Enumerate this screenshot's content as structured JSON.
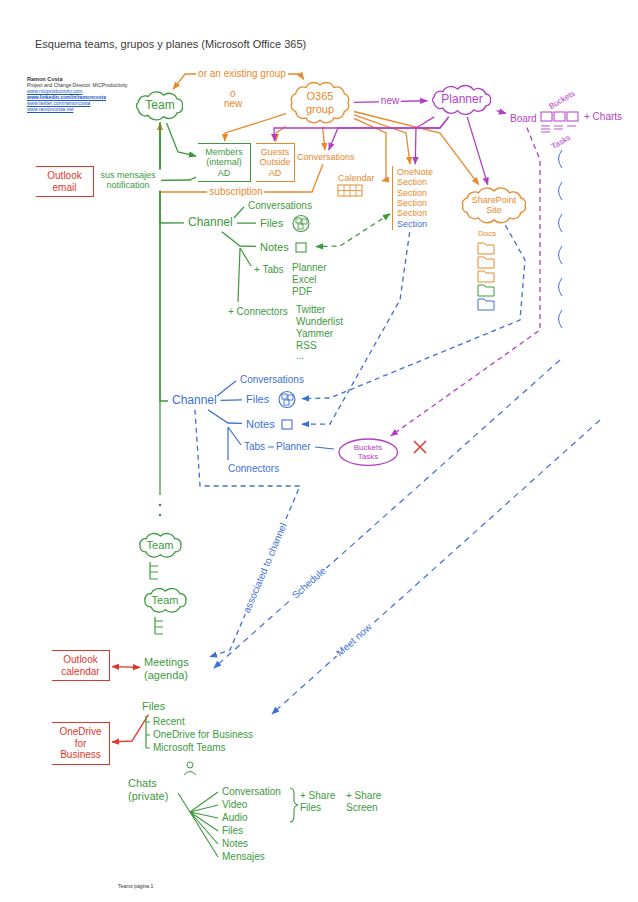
{
  "diagram": {
    "title": "Esquema teams, grupos y planes (Microsoft Office 365)",
    "caption": "Teams página 1",
    "nodes": [
      {
        "text": [
          "Team"
        ]
      },
      {
        "text": [
          "O365 group"
        ]
      },
      {
        "text": [
          "Planner"
        ]
      },
      {
        "text": [
          "Board"
        ]
      },
      {
        "text": [
          "Members (internal) AD"
        ]
      },
      {
        "text": [
          "Guests Outside AD"
        ]
      },
      {
        "text": [
          "Conversations"
        ]
      },
      {
        "text": [
          "Outlook email"
        ]
      },
      {
        "text": [
          "Calendar"
        ]
      },
      {
        "text": [
          "OneNote",
          "Section",
          "Section",
          "Section",
          "Section",
          "Section"
        ]
      },
      {
        "text": [
          "SharePoint Site"
        ]
      },
      {
        "text": [
          "Channel"
        ]
      },
      {
        "text": [
          "Files"
        ]
      },
      {
        "text": [
          "Notes"
        ]
      },
      {
        "text": [
          "Channel"
        ]
      },
      {
        "text": [
          "Files"
        ]
      },
      {
        "text": [
          "Notes"
        ]
      },
      {
        "text": [
          "Buckets",
          "Tasks"
        ]
      },
      {
        "text": [
          "Team"
        ]
      },
      {
        "text": [
          "Team"
        ]
      },
      {
        "text": [
          "Outlook calendar"
        ]
      },
      {
        "text": [
          "Meetings (agenda)"
        ]
      },
      {
        "text": [
          "OneDrive for Business"
        ]
      },
      {
        "text": [
          "Files"
        ]
      },
      {
        "text": [
          "Chats (private)"
        ]
      }
    ],
    "edges": [
      {
        "from": 0,
        "to": 1,
        "arrow": "both",
        "label": "or an existing group"
      },
      {
        "from": 1,
        "to": 2,
        "arrow": "to",
        "label": "new"
      },
      {
        "from": 2,
        "to": 3,
        "arrow": "to"
      },
      {
        "from": 0,
        "to": 4,
        "arrow": "to"
      },
      {
        "from": 1,
        "to": 4,
        "arrow": "to"
      },
      {
        "from": 1,
        "to": 5,
        "arrow": "to"
      },
      {
        "from": 1,
        "to": 6,
        "arrow": "to"
      },
      {
        "from": 1,
        "to": 8,
        "arrow": "to"
      },
      {
        "from": 1,
        "to": 9,
        "arrow": "to"
      },
      {
        "from": 1,
        "to": 10,
        "arrow": "to"
      },
      {
        "from": 2,
        "to": 5,
        "arrow": "to"
      },
      {
        "from": 2,
        "to": 6,
        "arrow": "to"
      },
      {
        "from": 2,
        "to": 9,
        "arrow": "to"
      },
      {
        "from": 2,
        "to": 10,
        "arrow": "to"
      },
      {
        "from": 4,
        "to": 7,
        "arrow": "to",
        "label": "sus mensajes notification"
      },
      {
        "from": 6,
        "to": 0,
        "arrow": "to",
        "label": "subscription"
      },
      {
        "from": 0,
        "to": 11,
        "arrow": "none"
      },
      {
        "from": 0,
        "to": 14,
        "arrow": "none"
      },
      {
        "from": 11,
        "to": 12,
        "arrow": "none"
      },
      {
        "from": 11,
        "to": 13,
        "arrow": "none"
      },
      {
        "from": 14,
        "to": 15,
        "arrow": "none"
      },
      {
        "from": 14,
        "to": 16,
        "arrow": "none"
      },
      {
        "from": 9,
        "to": 13,
        "arrow": "both"
      },
      {
        "from": 9,
        "to": 16,
        "arrow": "to"
      },
      {
        "from": 10,
        "to": 15,
        "arrow": "to"
      },
      {
        "from": 3,
        "to": 17,
        "arrow": "to"
      },
      {
        "from": 14,
        "to": 21,
        "arrow": "to",
        "label": "associated to channel"
      },
      {
        "from": 20,
        "to": 21,
        "arrow": "both"
      },
      {
        "from": 23,
        "to": 22,
        "arrow": "to"
      }
    ],
    "labels": [
      "Ramon Costa",
      "Project and Change Director. MICProductivity",
      "www.micproductivity.com",
      "www.linkedin.com/in/ramoncosta",
      "www.twitter.com/ramoncosta",
      "www.ramoncosta.net",
      "o",
      "new",
      "Buckets",
      "Tasks",
      "+ Charts",
      "Docs",
      "Conversations",
      "+ Tabs",
      "Planner",
      "Excel",
      "PDF",
      "+ Connectors",
      "Twitter",
      "Wunderlist",
      "Yammer",
      "RSS",
      "...",
      "Conversations",
      "Tabs",
      "Planner",
      "Connectors",
      "Schedule",
      "Meet now",
      "Recent",
      "OneDrive for Business",
      "Microsoft Teams",
      "Conversation",
      "Video",
      "Audio",
      "Files",
      "Notes",
      "Mensajes",
      "+ Share Files",
      "+ Share Screen"
    ]
  }
}
